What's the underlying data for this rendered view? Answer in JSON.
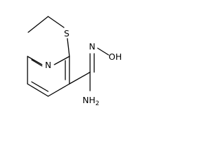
{
  "molecule": {
    "atoms": {
      "sulfur": "S",
      "ring_nitrogen": "N",
      "oxime_nitrogen": "N",
      "hydroxyl": "OH",
      "amine_base": "NH",
      "amine_subscript": "2"
    },
    "colors": {
      "bond": "#000000",
      "label": "#000000",
      "background": "#ffffff"
    }
  }
}
